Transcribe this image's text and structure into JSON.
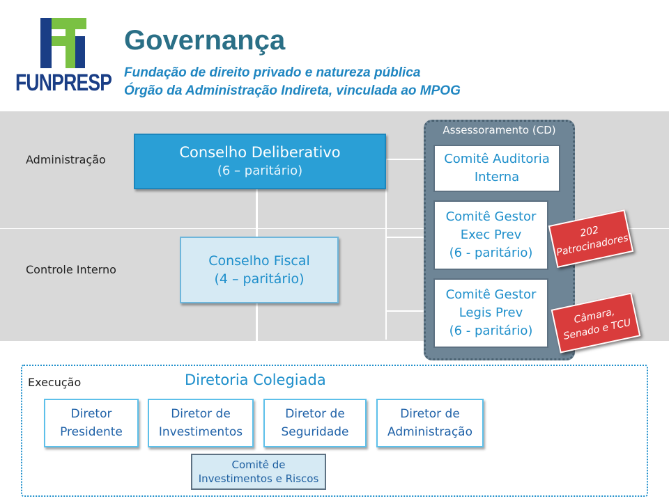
{
  "header": {
    "logo_text": "FUNPRESP",
    "title": "Governança",
    "subtitle_1": "Fundação de direito privado e natureza pública",
    "subtitle_2": "Órgão da Administração Indireta, vinculada ao MPOG"
  },
  "rows": {
    "administracao": "Administração",
    "controle_interno": "Controle Interno",
    "execucao": "Execução"
  },
  "conselho_deliberativo": {
    "name": "Conselho Deliberativo",
    "detail": "(6 – paritário)"
  },
  "conselho_fiscal": {
    "name": "Conselho Fiscal",
    "detail": "(4 – paritário)"
  },
  "assessoramento": {
    "title": "Assessoramento (CD)",
    "comite_auditoria": [
      "Comitê Auditoria",
      "Interna"
    ],
    "comite_exec": [
      "Comitê Gestor",
      "Exec Prev",
      "(6 - paritário)"
    ],
    "comite_legis": [
      "Comitê Gestor",
      "Legis Prev",
      "(6 - paritário)"
    ]
  },
  "tags": {
    "patrocinadores": [
      "202",
      "Patrocinadores"
    ],
    "camara": [
      "Câmara,",
      "Senado e TCU"
    ]
  },
  "diretoria": {
    "title": "Diretoria Colegiada",
    "directors": [
      [
        "Diretor",
        "Presidente"
      ],
      [
        "Diretor de",
        "Investimentos"
      ],
      [
        "Diretor de",
        "Seguridade"
      ],
      [
        "Diretor de",
        "Administração"
      ]
    ],
    "comite_investimentos": [
      "Comitê de",
      "Investimentos e Riscos"
    ]
  },
  "colors": {
    "title": "#2a6f86",
    "subtitle": "#1f86c1",
    "blue_box": "#2a9fd6",
    "panel": "#6e8596",
    "red_tag": "#d93c3c",
    "logo_green": "#7ac143",
    "logo_navy": "#1a3e86"
  }
}
